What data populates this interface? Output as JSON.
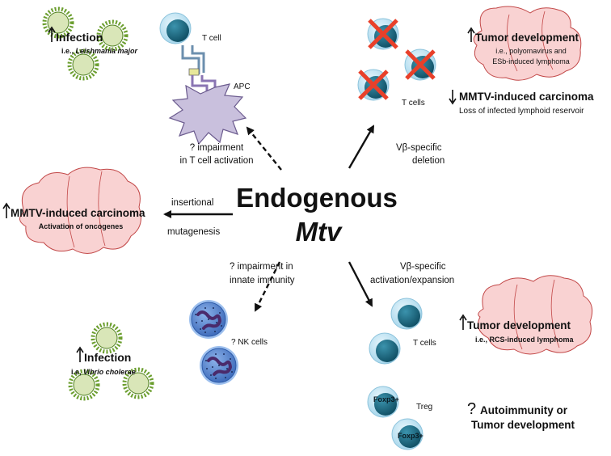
{
  "center": {
    "line1": "Endogenous",
    "line2": "Mtv"
  },
  "top_left": {
    "cell_t": "T cell",
    "cell_apc": "APC",
    "arrow_label_1": "? impairment",
    "arrow_label_2": "in T cell activation",
    "outcome_title": "Infection",
    "outcome_sub_prefix": "i.e., ",
    "outcome_sub_italic": "Leishmania major"
  },
  "top_right": {
    "cells_label": "T cells",
    "arrow_label_1": "Vβ-specific",
    "arrow_label_2": "deletion",
    "outcome1_title": "Tumor development",
    "outcome1_sub1": "i.e., polyomavirus and",
    "outcome1_sub2": "ESb-induced lymphoma",
    "outcome2_title": "MMTV-induced carcinoma",
    "outcome2_sub": "Loss of infected lymphoid reservoir"
  },
  "left": {
    "arrow_label_1": "insertional",
    "arrow_label_2": "mutagenesis",
    "outcome_title": "MMTV-induced carcinoma",
    "outcome_sub": "Activation of oncogenes"
  },
  "bottom_left": {
    "arrow_label_1": "? impairment in",
    "arrow_label_2": "innate immunity",
    "cells_label": "? NK cells",
    "outcome_title": "Infection",
    "outcome_sub_prefix": "i.e, ",
    "outcome_sub_italic": "Vibrio cholerae"
  },
  "bottom_right": {
    "arrow_label_1": "Vβ-specific",
    "arrow_label_2": "activation/expansion",
    "cells_label": "T cells",
    "treg_label": "Treg",
    "foxp3_a": "Foxp3+",
    "foxp3_b": "Foxp3+",
    "outcome1_title": "Tumor development",
    "outcome1_sub": "i.e., RCS-induced lymphoma",
    "outcome2_q": "?",
    "outcome2_line1": "Autoimmunity or",
    "outcome2_line2": "Tumor development"
  },
  "colors": {
    "bacteria_green": "#6b9e2e",
    "bacteria_fill": "#d9e6b8",
    "tumor_fill": "#f9d2d2",
    "tumor_stroke": "#c24848",
    "tcell_outer": "#bfe3f2",
    "tcell_core": "#1d6d86",
    "apc_fill": "#c9c0dd",
    "nk_fill": "#4f7fcf",
    "cross_red": "#e8402a"
  }
}
